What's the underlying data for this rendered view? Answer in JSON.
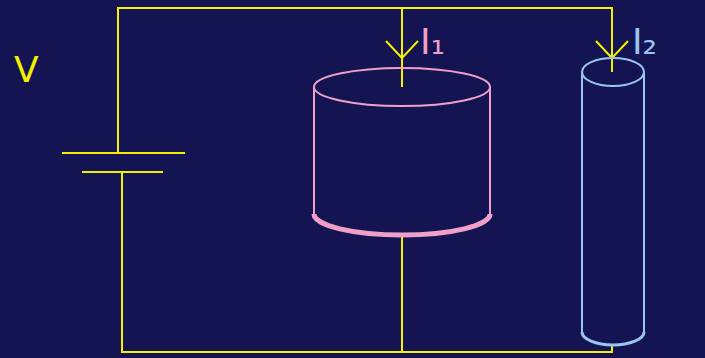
{
  "diagram": {
    "labels": [
      "V",
      "I₁",
      "I₂"
    ]
  }
}
